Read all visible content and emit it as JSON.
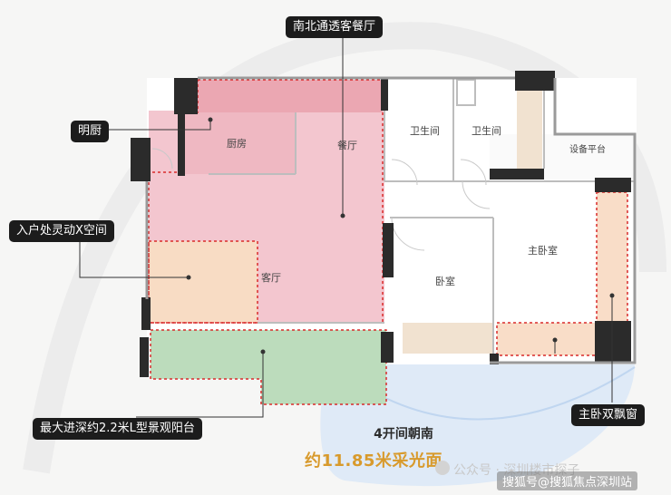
{
  "callouts": {
    "top": "南北通透客餐厅",
    "kitchen": "明厨",
    "entry": "入户处灵动X空间",
    "balcony": "最大进深约2.2米L型景观阳台",
    "bay_window": "主卧双飘窗"
  },
  "rooms": {
    "kitchen": "厨房",
    "dining": "餐厅",
    "bath1": "卫生间",
    "bath2": "卫生间",
    "equipment": "设备平台",
    "living": "客厅",
    "master": "主卧室",
    "bedroom": "卧室"
  },
  "footer": {
    "headline": "4开间朝南",
    "light_width": "约11.85米采光面"
  },
  "watermark": {
    "public": "公众号 · 深圳楼市探子",
    "sohu": "搜狐号@搜狐焦点深圳站"
  },
  "colors": {
    "living_zone": "#f3c6cf",
    "kitchen_band": "#eba7b2",
    "balcony": "#bcdcbc",
    "entry": "#f8dcc4",
    "bay_window": "#f9ddc8",
    "wall": "#2b2b2b",
    "highlight_dash": "#d92b2b",
    "sun_arc": "#c9dcf5"
  }
}
